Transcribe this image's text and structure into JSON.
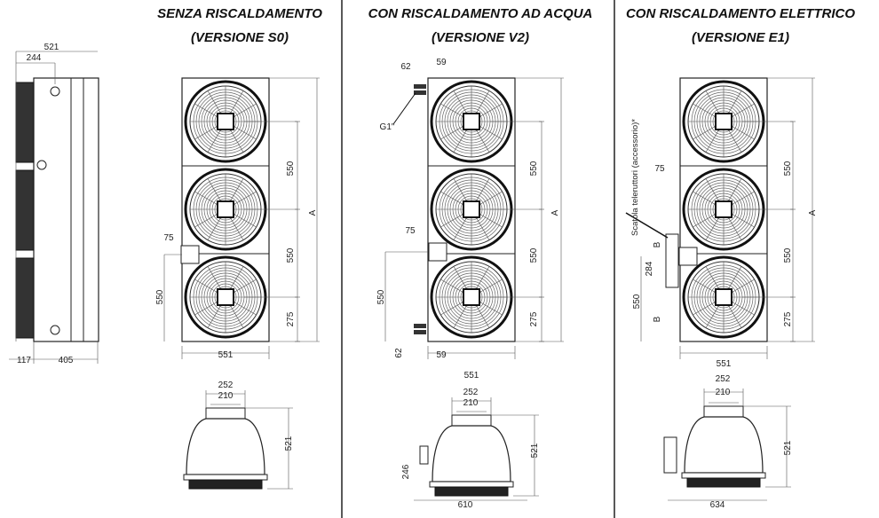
{
  "side_view": {
    "overall_depth": "521",
    "pipe_offset": "244",
    "fan_depth": "117",
    "body_depth": "405"
  },
  "sections": [
    {
      "title_line1": "SENZA RISCALDAMENTO",
      "title_line2": "(VERSIONE S0)",
      "front": {
        "fan_pitch_1": "550",
        "fan_pitch_2": "550",
        "bottom_half": "275",
        "total_height": "A",
        "width": "551",
        "box_offset": "75",
        "box_height": "550"
      },
      "bottom": {
        "outlet_outer": "252",
        "outlet_inner": "210",
        "height": "521"
      }
    },
    {
      "title_line1": "CON RISCALDAMENTO AD ACQUA",
      "title_line2": "(VERSIONE V2)",
      "front": {
        "fan_pitch_1": "550",
        "fan_pitch_2": "550",
        "bottom_half": "275",
        "total_height": "A",
        "width": "551",
        "box_offset": "75",
        "box_height": "550",
        "pipe_x_top": "62",
        "pipe_spacing_top": "59",
        "pipe_x_bottom": "62",
        "pipe_spacing_bottom": "59",
        "connection": "G1\""
      },
      "bottom": {
        "outlet_outer": "252",
        "outlet_inner": "210",
        "height": "521",
        "pipe_height": "246",
        "overall_width": "610"
      }
    },
    {
      "title_line1": "CON RISCALDAMENTO ELETTRICO",
      "title_line2": "(VERSIONE E1)",
      "front": {
        "fan_pitch_1": "550",
        "fan_pitch_2": "550",
        "bottom_half": "275",
        "total_height": "A",
        "width": "551",
        "box_offset": "75",
        "box_height": "550",
        "contactor_height": "284",
        "dim_b_top": "B",
        "dim_b_bottom": "B",
        "contactor_label": "Scatola teleruttori (accessorio)*"
      },
      "bottom": {
        "outlet_outer": "252",
        "outlet_inner": "210",
        "height": "521",
        "overall_width": "634"
      }
    }
  ]
}
